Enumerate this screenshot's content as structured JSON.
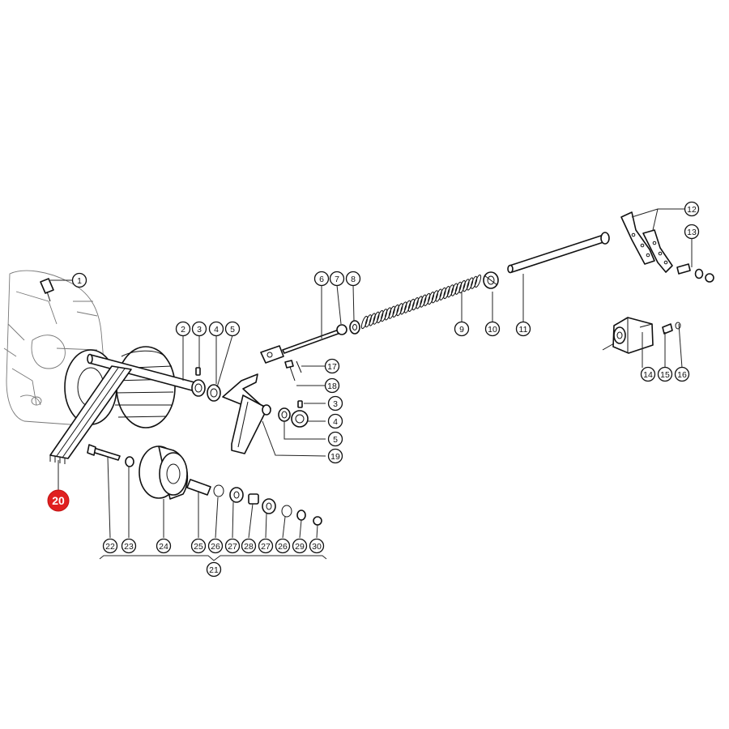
{
  "diagram": {
    "highlight": {
      "label": "20",
      "color": "#e02020"
    },
    "callouts": [
      "1",
      "2",
      "3",
      "4",
      "5",
      "6",
      "7",
      "8",
      "9",
      "10",
      "11",
      "12",
      "13",
      "14",
      "15",
      "16",
      "17",
      "18",
      "3",
      "4",
      "5",
      "19",
      "22",
      "23",
      "24",
      "25",
      "26",
      "27",
      "28",
      "27",
      "26",
      "29",
      "30",
      "21"
    ]
  }
}
